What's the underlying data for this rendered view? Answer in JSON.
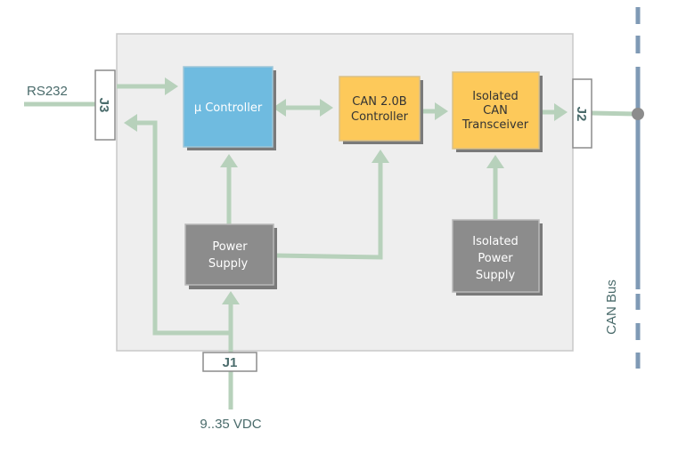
{
  "diagram": {
    "title": "CAN gateway block diagram",
    "colors": {
      "enclosure": "#eeeeee",
      "wire": "#b7d1bb",
      "bus": "#7f9ab5",
      "micro": "#6fbbe0",
      "can": "#fdc95a",
      "power": "#8c8c8c",
      "shadow": "#7a7a7a"
    },
    "external": {
      "rs232": "RS232",
      "vdc": "9..35 VDC",
      "can_bus": "CAN Bus"
    },
    "connectors": {
      "j1": "J1",
      "j2": "J2",
      "j3": "J3"
    },
    "blocks": {
      "micro": {
        "line1": "µ Controller"
      },
      "can_ctrl": {
        "line1": "CAN 2.0B",
        "line2": "Controller"
      },
      "transceiver": {
        "line1": "Isolated",
        "line2": "CAN",
        "line3": "Transceiver"
      },
      "power": {
        "line1": "Power",
        "line2": "Supply"
      },
      "iso_power": {
        "line1": "Isolated",
        "line2": "Power",
        "line3": "Supply"
      }
    }
  }
}
